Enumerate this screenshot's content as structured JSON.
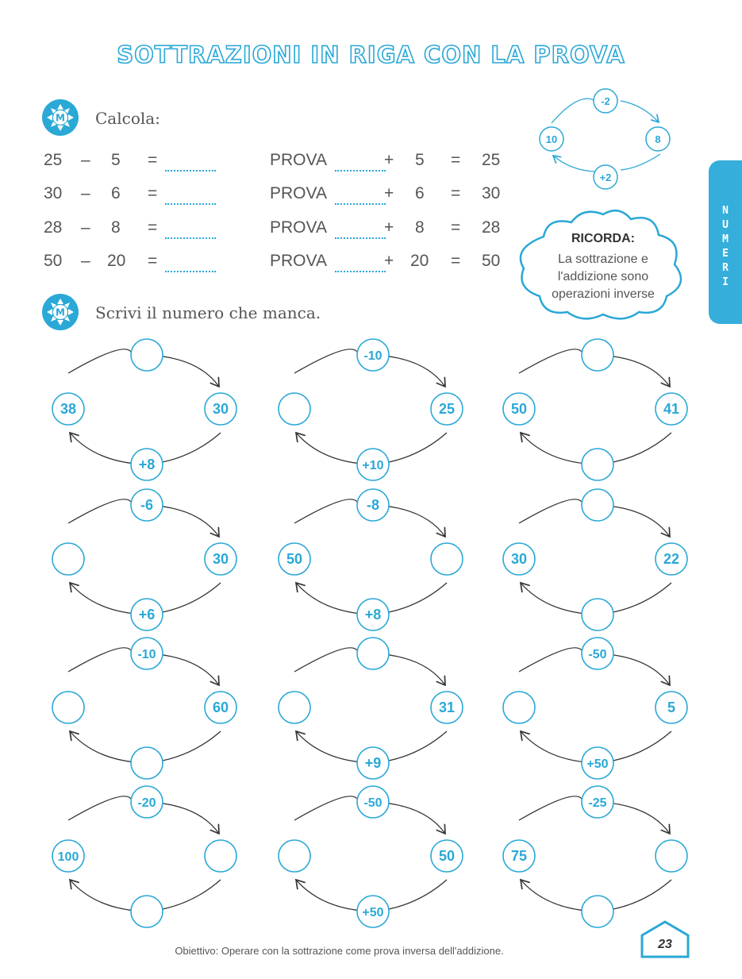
{
  "title": "SOTTRAZIONI IN RIGA CON LA PROVA",
  "section1": {
    "instruction": "Calcola:",
    "prova_label": "PROVA",
    "rows": [
      {
        "a": "25",
        "op": "–",
        "b": "5",
        "eq": "=",
        "plus": "+",
        "result": "25"
      },
      {
        "a": "30",
        "op": "–",
        "b": "6",
        "eq": "=",
        "plus": "+",
        "result": "30"
      },
      {
        "a": "28",
        "op": "–",
        "b": "8",
        "eq": "=",
        "plus": "+",
        "result": "28"
      },
      {
        "a": "50",
        "op": "–",
        "b": "20",
        "eq": "=",
        "plus": "+",
        "result": "50"
      }
    ]
  },
  "example": {
    "top": "-2",
    "left": "10",
    "right": "8",
    "bottom": "+2"
  },
  "ricorda": {
    "heading": "RICORDA:",
    "lines": [
      "La sottrazione  e",
      "l'addizione sono",
      "operazioni inverse"
    ]
  },
  "side_tab": "NUMERI",
  "section2": {
    "instruction": "Scrivi il numero che manca.",
    "diagrams": [
      {
        "left": "38",
        "right": "30",
        "top": "",
        "bottom": "+8"
      },
      {
        "left": "",
        "right": "25",
        "top": "-10",
        "bottom": "+10"
      },
      {
        "left": "50",
        "right": "41",
        "top": "",
        "bottom": ""
      },
      {
        "left": "",
        "right": "30",
        "top": "-6",
        "bottom": "+6"
      },
      {
        "left": "50",
        "right": "",
        "top": "-8",
        "bottom": "+8"
      },
      {
        "left": "30",
        "right": "22",
        "top": "",
        "bottom": ""
      },
      {
        "left": "",
        "right": "60",
        "top": "-10",
        "bottom": ""
      },
      {
        "left": "",
        "right": "31",
        "top": "",
        "bottom": "+9"
      },
      {
        "left": "",
        "right": "5",
        "top": "-50",
        "bottom": "+50"
      },
      {
        "left": "100",
        "right": "",
        "top": "-20",
        "bottom": ""
      },
      {
        "left": "",
        "right": "50",
        "top": "-50",
        "bottom": "+50"
      },
      {
        "left": "75",
        "right": "",
        "top": "-25",
        "bottom": ""
      }
    ]
  },
  "footer": "Obiettivo: Operare con la sottrazione come prova inversa dell'addizione.",
  "page_number": "23",
  "colors": {
    "accent": "#2aa8d6",
    "tab": "#35aedb"
  }
}
